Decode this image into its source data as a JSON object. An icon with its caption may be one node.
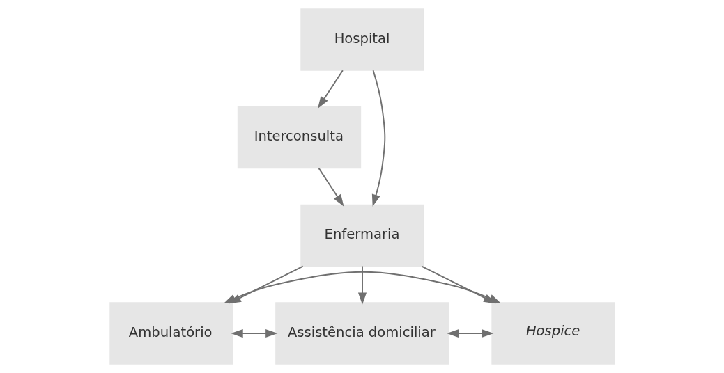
{
  "diagram": {
    "nodes": [
      {
        "text": [
          "Hospital"
        ]
      },
      {
        "text": [
          "Interconsulta"
        ]
      },
      {
        "text": [
          "Enfermaria"
        ]
      },
      {
        "text": [
          "Ambulatório"
        ]
      },
      {
        "text": [
          "Assistência domiciliar"
        ]
      },
      {
        "text": [
          "Hospice"
        ]
      }
    ],
    "edges": [
      {
        "from": 0,
        "to": 1,
        "arrow": "to"
      },
      {
        "from": 0,
        "to": 2,
        "arrow": "to"
      },
      {
        "from": 1,
        "to": 2,
        "arrow": "to"
      },
      {
        "from": 2,
        "to": 3,
        "arrow": "to"
      },
      {
        "from": 2,
        "to": 4,
        "arrow": "to"
      },
      {
        "from": 2,
        "to": 5,
        "arrow": "to"
      },
      {
        "from": 3,
        "to": 4,
        "arrow": "both"
      },
      {
        "from": 4,
        "to": 5,
        "arrow": "both"
      },
      {
        "from": 3,
        "to": 5,
        "arrow": "both"
      }
    ]
  }
}
